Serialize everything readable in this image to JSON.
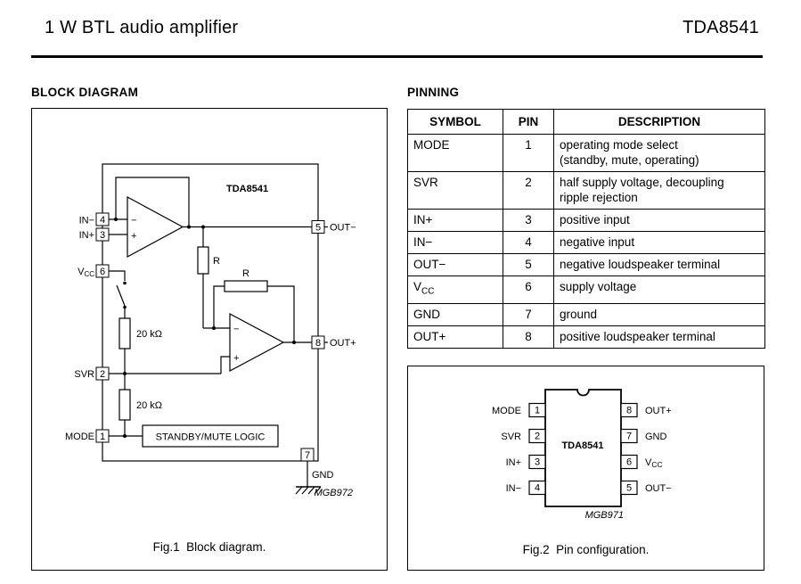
{
  "header": {
    "title": "1 W BTL audio amplifier",
    "part_number": "TDA8541"
  },
  "block_diagram": {
    "heading": "BLOCK DIAGRAM",
    "chip_label": "TDA8541",
    "caption": "Fig.1  Block diagram.",
    "ref": "MGB972",
    "logic_label": "STANDBY/MUTE LOGIC",
    "r1_label": "R",
    "r2_label": "R",
    "res_top_label": "20 kΩ",
    "res_bottom_label": "20 kΩ",
    "opamp1": {
      "minus": "−",
      "plus": "+"
    },
    "opamp2": {
      "minus": "−",
      "plus": "+"
    },
    "pins": {
      "p1": "1",
      "p2": "2",
      "p3": "3",
      "p4": "4",
      "p5": "5",
      "p6": "6",
      "p7": "7",
      "p8": "8"
    },
    "labels": {
      "in_minus": "IN−",
      "in_plus": "IN+",
      "vcc_v": "V",
      "vcc_sub": "CC",
      "svr": "SVR",
      "mode": "MODE",
      "out_minus": "OUT−",
      "out_plus": "OUT+",
      "gnd": "GND"
    }
  },
  "pinning": {
    "heading": "PINNING",
    "table": {
      "headers": [
        "SYMBOL",
        "PIN",
        "DESCRIPTION"
      ],
      "rows": [
        {
          "symbol": "MODE",
          "pin": "1",
          "description": "operating mode select\n(standby, mute, operating)"
        },
        {
          "symbol": "SVR",
          "pin": "2",
          "description": "half supply voltage, decoupling\nripple rejection"
        },
        {
          "symbol": "IN+",
          "pin": "3",
          "description": "positive input"
        },
        {
          "symbol": "IN−",
          "pin": "4",
          "description": "negative input"
        },
        {
          "symbol": "OUT−",
          "pin": "5",
          "description": "negative loudspeaker terminal"
        },
        {
          "symbol": "V",
          "symbol_sub": "CC",
          "pin": "6",
          "description": "supply voltage"
        },
        {
          "symbol": "GND",
          "pin": "7",
          "description": "ground"
        },
        {
          "symbol": "OUT+",
          "pin": "8",
          "description": "positive loudspeaker terminal"
        }
      ]
    }
  },
  "pin_config": {
    "chip_label": "TDA8541",
    "ref": "MGB971",
    "caption": "Fig.2  Pin configuration.",
    "left_pins": [
      {
        "label": "MODE",
        "num": "1"
      },
      {
        "label": "SVR",
        "num": "2"
      },
      {
        "label": "IN+",
        "num": "3"
      },
      {
        "label": "IN−",
        "num": "4"
      }
    ],
    "right_pins": [
      {
        "label": "OUT+",
        "num": "8"
      },
      {
        "label": "GND",
        "num": "7"
      },
      {
        "label_v": "V",
        "label_sub": "CC",
        "num": "6"
      },
      {
        "label": "OUT−",
        "num": "5"
      }
    ]
  }
}
